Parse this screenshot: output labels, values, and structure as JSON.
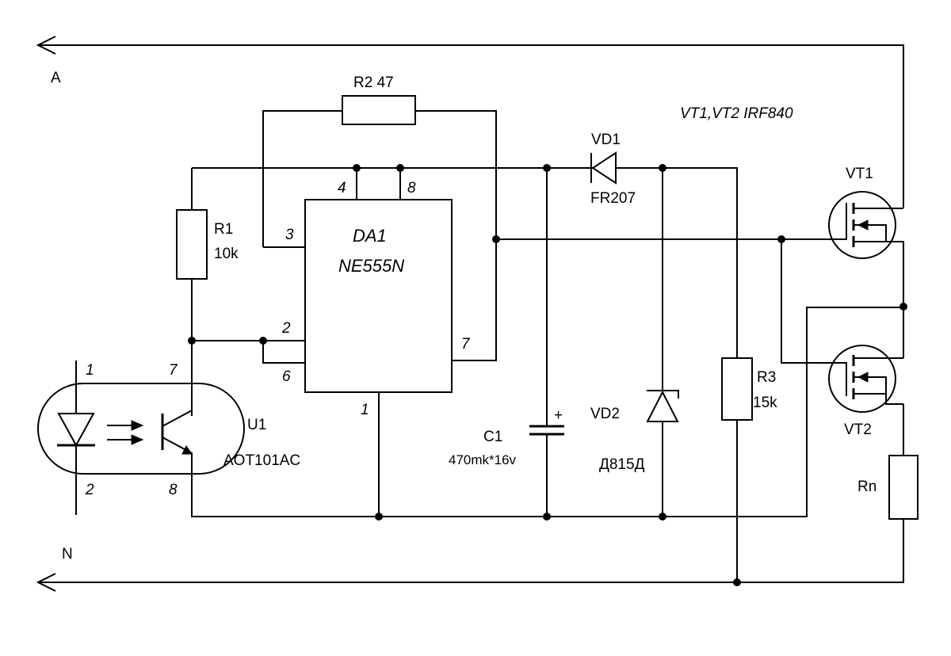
{
  "rails": {
    "a_label": "A",
    "n_label": "N"
  },
  "mosfet_note": "VT1,VT2  IRF840",
  "components": {
    "r2": {
      "label": "R2 47"
    },
    "r1": {
      "ref": "R1",
      "value": "10k"
    },
    "r3": {
      "ref": "R3",
      "value": "15k"
    },
    "rn": {
      "ref": "Rn"
    },
    "da1": {
      "ref": "DA1",
      "part": "NE555N",
      "pins": [
        "4",
        "8",
        "3",
        "2",
        "6",
        "7",
        "1"
      ]
    },
    "vd1": {
      "ref": "VD1",
      "part": "FR207"
    },
    "vd2": {
      "ref": "VD2",
      "part": "Д815Д"
    },
    "c1": {
      "ref": "C1",
      "value": "470mk*16v",
      "polarity": "+"
    },
    "u1": {
      "ref": "U1",
      "part": "AOT101AC",
      "pins": [
        "1",
        "2",
        "7",
        "8"
      ]
    },
    "vt1": {
      "ref": "VT1"
    },
    "vt2": {
      "ref": "VT2"
    }
  }
}
